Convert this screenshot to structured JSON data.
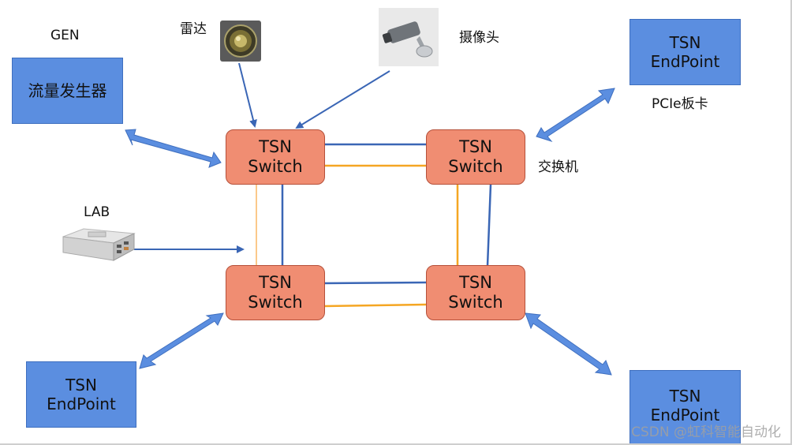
{
  "labels": {
    "gen": "GEN",
    "generator": "流量发生器",
    "radar": "雷达",
    "camera": "摄像头",
    "pcie": "PCIe板卡",
    "switch_caption": "交换机",
    "lab": "LAB"
  },
  "switch": {
    "line1": "TSN",
    "line2": "Switch"
  },
  "endpoint": {
    "line1": "TSN",
    "line2": "EndPoint"
  },
  "watermark": "CSDN @虹科智能自动化",
  "colors": {
    "endpoint_fill": "#5b8ee0",
    "switch_fill": "#f08d72",
    "blue_link": "#3a66b5",
    "yellow_link": "#f5a623",
    "arrow": "#5b8ee0"
  }
}
